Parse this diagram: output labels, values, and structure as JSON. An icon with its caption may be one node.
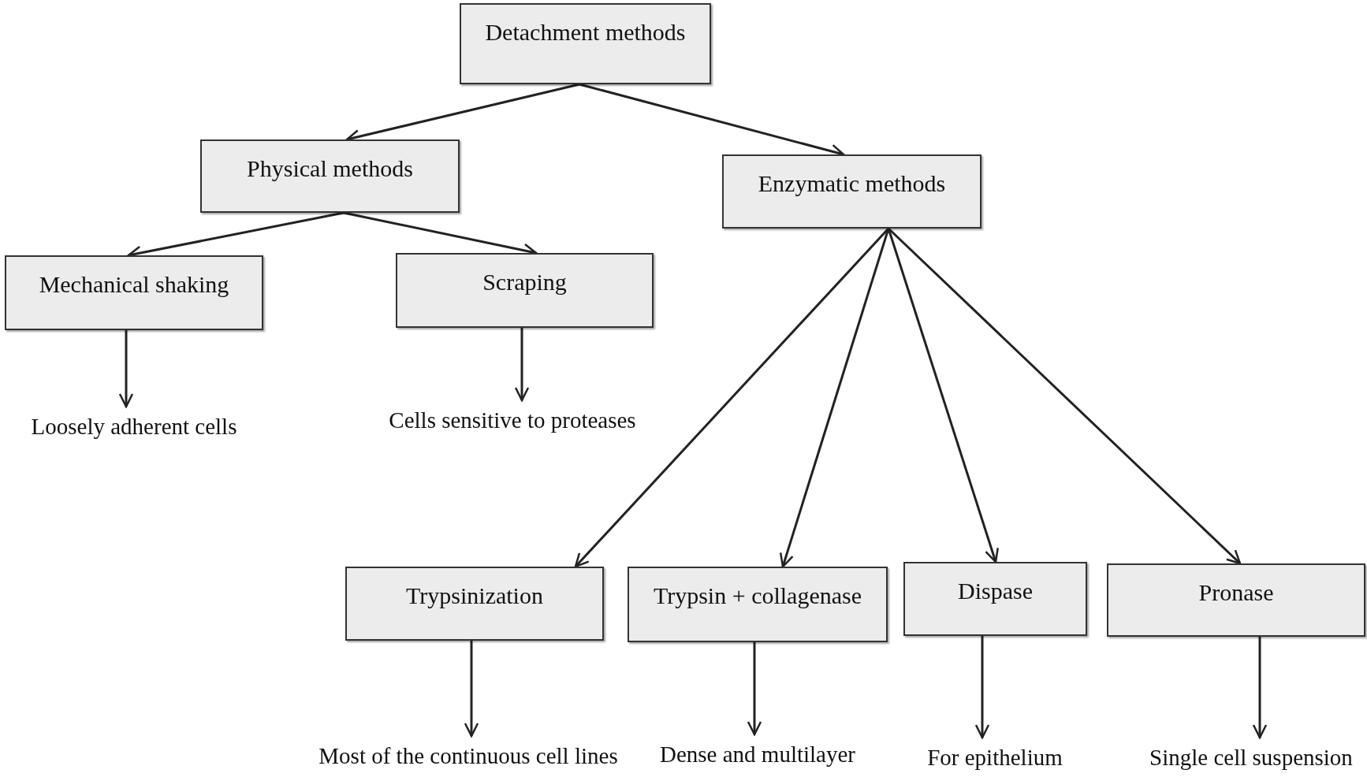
{
  "diagram": {
    "nodes": [
      {
        "text": [
          "Detachment methods"
        ]
      },
      {
        "text": [
          "Physical methods"
        ]
      },
      {
        "text": [
          "Enzymatic methods"
        ]
      },
      {
        "text": [
          "Mechanical shaking"
        ]
      },
      {
        "text": [
          "Scraping"
        ]
      },
      {
        "text": [
          "Loosely adherent cells"
        ]
      },
      {
        "text": [
          "Cells sensitive to proteases"
        ]
      },
      {
        "text": [
          "Trypsinization"
        ]
      },
      {
        "text": [
          "Trypsin + collagenase"
        ]
      },
      {
        "text": [
          "Dispase"
        ]
      },
      {
        "text": [
          "Pronase"
        ]
      },
      {
        "text": [
          "Most of the continuous cell lines"
        ]
      },
      {
        "text": [
          "Dense and multilayer"
        ]
      },
      {
        "text": [
          "For epithelium"
        ]
      },
      {
        "text": [
          "Single cell suspension"
        ]
      }
    ],
    "edges": [
      {
        "from": 0,
        "to": 1,
        "arrow": "to"
      },
      {
        "from": 0,
        "to": 2,
        "arrow": "to"
      },
      {
        "from": 1,
        "to": 3,
        "arrow": "to"
      },
      {
        "from": 1,
        "to": 4,
        "arrow": "to"
      },
      {
        "from": 3,
        "to": 5,
        "arrow": "to"
      },
      {
        "from": 4,
        "to": 6,
        "arrow": "to"
      },
      {
        "from": 2,
        "to": 7,
        "arrow": "to"
      },
      {
        "from": 2,
        "to": 8,
        "arrow": "to"
      },
      {
        "from": 2,
        "to": 9,
        "arrow": "to"
      },
      {
        "from": 2,
        "to": 10,
        "arrow": "to"
      },
      {
        "from": 7,
        "to": 11,
        "arrow": "to"
      },
      {
        "from": 8,
        "to": 12,
        "arrow": "to"
      },
      {
        "from": 9,
        "to": 13,
        "arrow": "to"
      },
      {
        "from": 10,
        "to": 14,
        "arrow": "to"
      }
    ]
  }
}
